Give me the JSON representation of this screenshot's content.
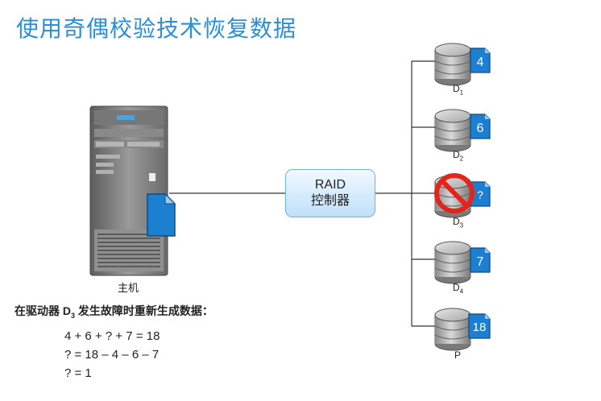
{
  "title": "使用奇偶校验技术恢复数据",
  "host_label": "主机",
  "raid": {
    "line1": "RAID",
    "line2": "控制器"
  },
  "disks": [
    {
      "value": "4",
      "label_main": "D",
      "label_sub": "1"
    },
    {
      "value": "6",
      "label_main": "D",
      "label_sub": "2"
    },
    {
      "value": "?",
      "label_main": "D",
      "label_sub": "3",
      "failed": true
    },
    {
      "value": "7",
      "label_main": "D",
      "label_sub": "4"
    },
    {
      "value": "18",
      "label_main": "P",
      "label_sub": ""
    }
  ],
  "description": {
    "prefix": "在驱动器 D",
    "sub": "3",
    "suffix": " 发生故障时重新生成数据："
  },
  "equations": [
    "4 + 6 + ? + 7 = 18",
    "? = 18 – 4 – 6 – 7",
    "? = 1"
  ],
  "colors": {
    "title": "#2a8fd6",
    "badge": "#1d7fd0",
    "no_sign": "#e3241b"
  }
}
